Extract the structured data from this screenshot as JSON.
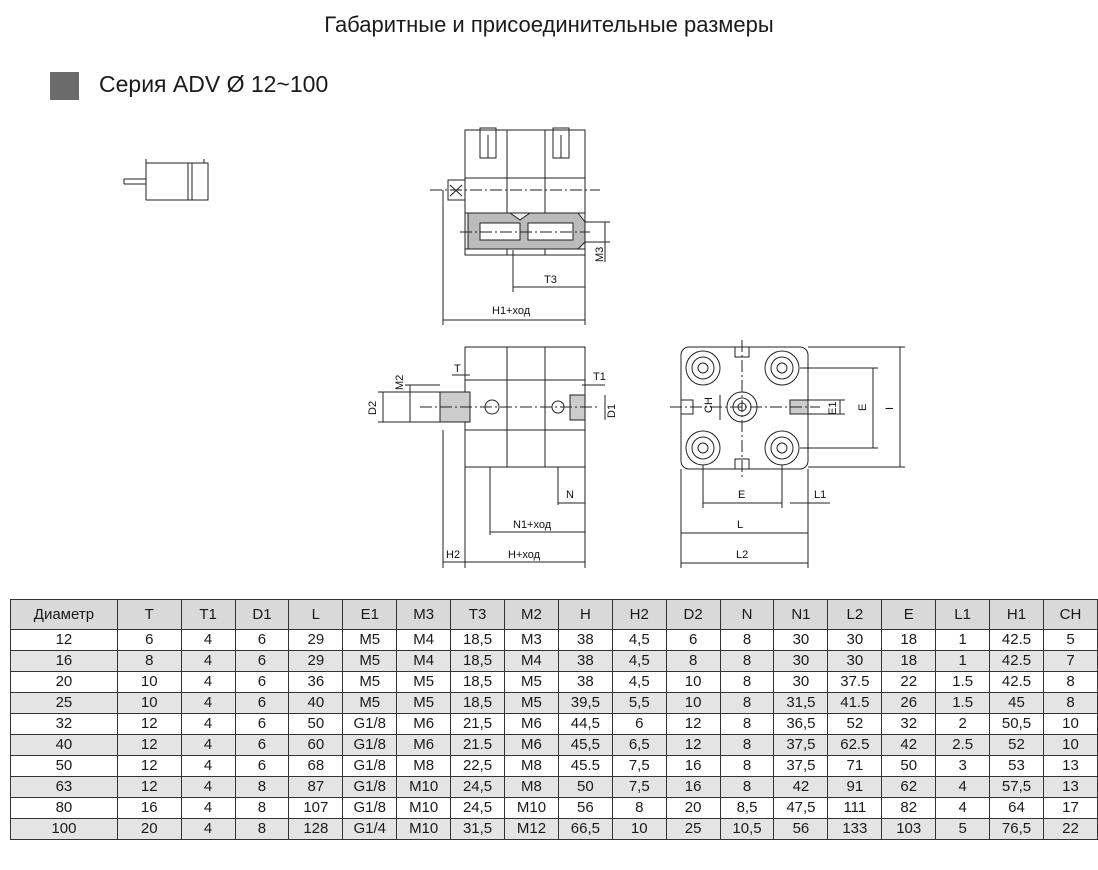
{
  "title": "Габаритные и присоединительные размеры",
  "series": "Серия ADV Ø 12~100",
  "labels": {
    "m3": "M3",
    "t3": "T3",
    "h1_stroke": "H1+ход",
    "t": "T",
    "t1": "T1",
    "m2": "M2",
    "d2": "D2",
    "d1": "D1",
    "n": "N",
    "n1_stroke": "N1+ход",
    "h2": "H2",
    "h_stroke": "H+ход",
    "ch": "CH",
    "e1": "E1",
    "e": "E",
    "i": "I",
    "e_bottom": "E",
    "l1": "L1",
    "l": "L",
    "l2": "L2"
  },
  "table": {
    "headers": [
      "Диаметр",
      "T",
      "T1",
      "D1",
      "L",
      "E1",
      "M3",
      "T3",
      "M2",
      "H",
      "H2",
      "D2",
      "N",
      "N1",
      "L2",
      "E",
      "L1",
      "H1",
      "CH"
    ],
    "rows": [
      [
        "12",
        "6",
        "4",
        "6",
        "29",
        "M5",
        "M4",
        "18,5",
        "M3",
        "38",
        "4,5",
        "6",
        "8",
        "30",
        "30",
        "18",
        "1",
        "42.5",
        "5"
      ],
      [
        "16",
        "8",
        "4",
        "6",
        "29",
        "M5",
        "M4",
        "18,5",
        "M4",
        "38",
        "4,5",
        "8",
        "8",
        "30",
        "30",
        "18",
        "1",
        "42.5",
        "7"
      ],
      [
        "20",
        "10",
        "4",
        "6",
        "36",
        "M5",
        "M5",
        "18,5",
        "M5",
        "38",
        "4,5",
        "10",
        "8",
        "30",
        "37.5",
        "22",
        "1.5",
        "42.5",
        "8"
      ],
      [
        "25",
        "10",
        "4",
        "6",
        "40",
        "M5",
        "M5",
        "18,5",
        "M5",
        "39,5",
        "5,5",
        "10",
        "8",
        "31,5",
        "41.5",
        "26",
        "1.5",
        "45",
        "8"
      ],
      [
        "32",
        "12",
        "4",
        "6",
        "50",
        "G1/8",
        "M6",
        "21,5",
        "M6",
        "44,5",
        "6",
        "12",
        "8",
        "36,5",
        "52",
        "32",
        "2",
        "50,5",
        "10"
      ],
      [
        "40",
        "12",
        "4",
        "6",
        "60",
        "G1/8",
        "M6",
        "21.5",
        "M6",
        "45,5",
        "6,5",
        "12",
        "8",
        "37,5",
        "62.5",
        "42",
        "2.5",
        "52",
        "10"
      ],
      [
        "50",
        "12",
        "4",
        "6",
        "68",
        "G1/8",
        "M8",
        "22,5",
        "M8",
        "45.5",
        "7,5",
        "16",
        "8",
        "37,5",
        "71",
        "50",
        "3",
        "53",
        "13"
      ],
      [
        "63",
        "12",
        "4",
        "8",
        "87",
        "G1/8",
        "M10",
        "24,5",
        "M8",
        "50",
        "7,5",
        "16",
        "8",
        "42",
        "91",
        "62",
        "4",
        "57,5",
        "13"
      ],
      [
        "80",
        "16",
        "4",
        "8",
        "107",
        "G1/8",
        "M10",
        "24,5",
        "M10",
        "56",
        "8",
        "20",
        "8,5",
        "47,5",
        "111",
        "82",
        "4",
        "64",
        "17"
      ],
      [
        "100",
        "20",
        "4",
        "8",
        "128",
        "G1/4",
        "M10",
        "31,5",
        "M12",
        "66,5",
        "10",
        "25",
        "10,5",
        "56",
        "133",
        "103",
        "5",
        "76,5",
        "22"
      ]
    ]
  }
}
